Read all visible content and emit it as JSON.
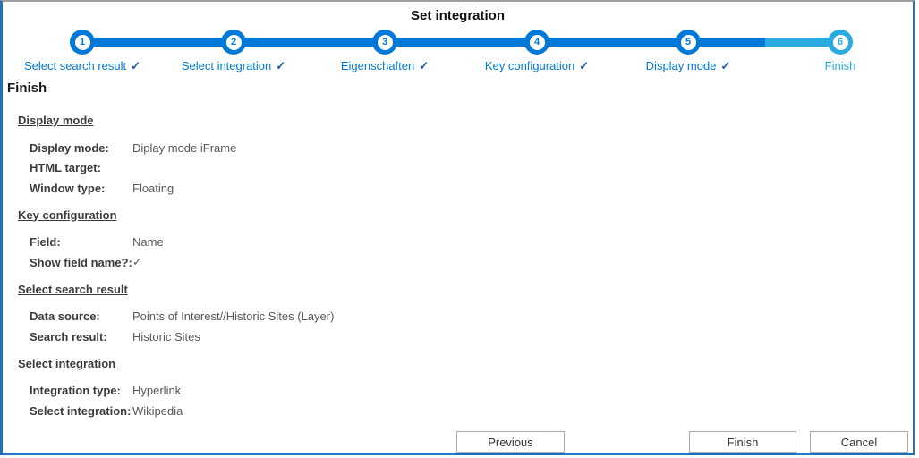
{
  "title": "Set integration",
  "stepper": {
    "steps": [
      {
        "number": "1",
        "label": "Select search result",
        "check": "✓",
        "state": "completed"
      },
      {
        "number": "2",
        "label": "Select integration",
        "check": "✓",
        "state": "completed"
      },
      {
        "number": "3",
        "label": "Eigenschaften",
        "check": "✓",
        "state": "completed"
      },
      {
        "number": "4",
        "label": "Key configuration",
        "check": "✓",
        "state": "completed"
      },
      {
        "number": "5",
        "label": "Display mode",
        "check": "✓",
        "state": "completed"
      },
      {
        "number": "6",
        "label": "Finish",
        "state": "active"
      }
    ]
  },
  "page": {
    "heading": "Finish"
  },
  "sections": [
    {
      "title": "Display mode",
      "rows": [
        {
          "label": "Display mode:",
          "value": "Diplay mode iFrame"
        },
        {
          "label": "HTML target:",
          "value": ""
        },
        {
          "label": "Window type:",
          "value": "Floating"
        }
      ]
    },
    {
      "title": "Key configuration",
      "rows": [
        {
          "label": "Field:",
          "value": "Name"
        },
        {
          "label": "Show field name?:",
          "value": "✓"
        }
      ]
    },
    {
      "title": "Select search result",
      "rows": [
        {
          "label": "Data source:",
          "value": "Points of Interest//Historic Sites (Layer)"
        },
        {
          "label": "Search result:",
          "value": "Historic Sites"
        }
      ]
    },
    {
      "title": "Select integration",
      "rows": [
        {
          "label": "Integration type:",
          "value": "Hyperlink"
        },
        {
          "label": "Select integration:",
          "value": "Wikipedia"
        }
      ]
    }
  ],
  "buttons": {
    "previous": "Previous",
    "finish": "Finish",
    "cancel": "Cancel"
  },
  "colors": {
    "primary": "#0078d7",
    "active": "#29abe2",
    "border": "#2272b9",
    "check": "#1b5dab"
  }
}
